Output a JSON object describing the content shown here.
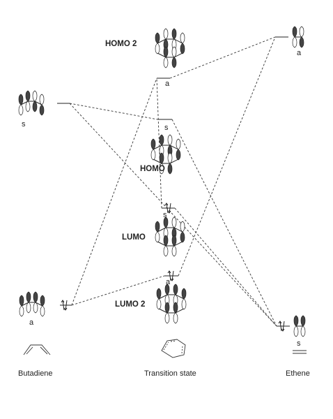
{
  "orbitals": {
    "homo2": {
      "name": "HOMO 2",
      "symmetry": "a"
    },
    "homo": {
      "name": "HOMO",
      "symmetry": "s"
    },
    "lumo": {
      "name": "LUMO",
      "symmetry": "s"
    },
    "lumo2": {
      "name": "LUMO 2",
      "symmetry": "a"
    }
  },
  "butadiene": {
    "upper_symmetry": "s",
    "lower_symmetry": "a"
  },
  "ethene": {
    "upper_symmetry": "a",
    "lower_symmetry": "s"
  },
  "captions": {
    "butadiene": "Butadiene",
    "transition_state": "Transition state",
    "ethene": "Ethene"
  }
}
